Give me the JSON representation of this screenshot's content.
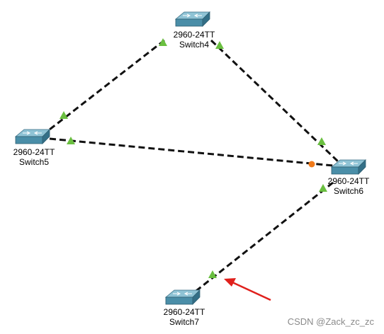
{
  "colors": {
    "link": "#111111",
    "port_up": "#6abf40",
    "port_blocked": "#f07a1a",
    "switch_top": "#7fb5c8",
    "switch_side": "#3f7f98",
    "arrow": "#e0201c"
  },
  "devices": [
    {
      "id": "switch4",
      "model": "2960-24TT",
      "name": "Switch4"
    },
    {
      "id": "switch5",
      "model": "2960-24TT",
      "name": "Switch5"
    },
    {
      "id": "switch6",
      "model": "2960-24TT",
      "name": "Switch6"
    },
    {
      "id": "switch7",
      "model": "2960-24TT",
      "name": "Switch7"
    }
  ],
  "links": [
    {
      "from": "switch4",
      "to": "switch5",
      "from_port_state": "up",
      "to_port_state": "up"
    },
    {
      "from": "switch4",
      "to": "switch6",
      "from_port_state": "up",
      "to_port_state": "up"
    },
    {
      "from": "switch5",
      "to": "switch6",
      "from_port_state": "up",
      "to_port_state": "blocking"
    },
    {
      "from": "switch6",
      "to": "switch7",
      "from_port_state": "up",
      "to_port_state": "up"
    }
  ],
  "watermark": "CSDN @Zack_zc_zc"
}
